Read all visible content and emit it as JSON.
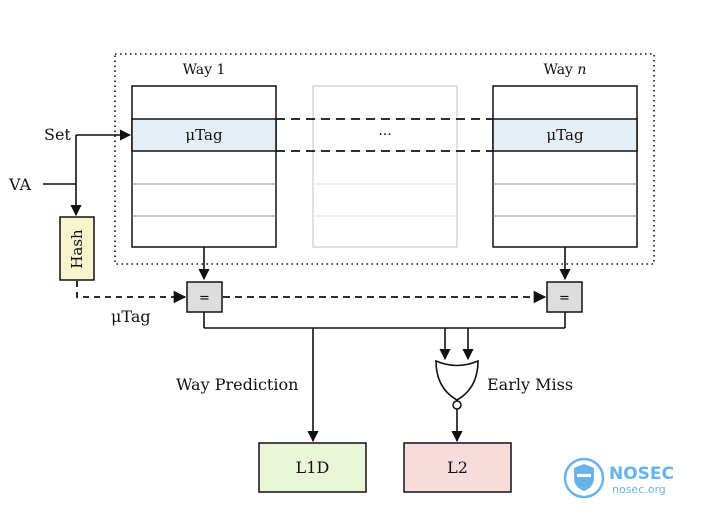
{
  "ways": {
    "first_title": "Way 1",
    "last_title_prefix": "Way ",
    "last_title_var": "n",
    "utag_cell_label": "μTag",
    "ellipsis": "···"
  },
  "inputs": {
    "set_label": "Set",
    "va_label": "VA",
    "hash_label": "Hash",
    "utag_label": "μTag"
  },
  "comparators": {
    "symbol": "="
  },
  "outputs": {
    "way_prediction": "Way Prediction",
    "early_miss": "Early Miss",
    "l1d": "L1D",
    "l2": "L2"
  },
  "watermark": {
    "title": "NOSEC",
    "subtitle": "nosec.org"
  },
  "colors": {
    "utag_fill": "#e4eef7",
    "hash_fill": "#f7f3cd",
    "comparator_fill": "#dddddd",
    "l1d_fill": "#eaf4d7",
    "l2_fill": "#f8dcdc",
    "faded_way": "#d5d5d5",
    "logo_blue": "#4da6e8"
  }
}
